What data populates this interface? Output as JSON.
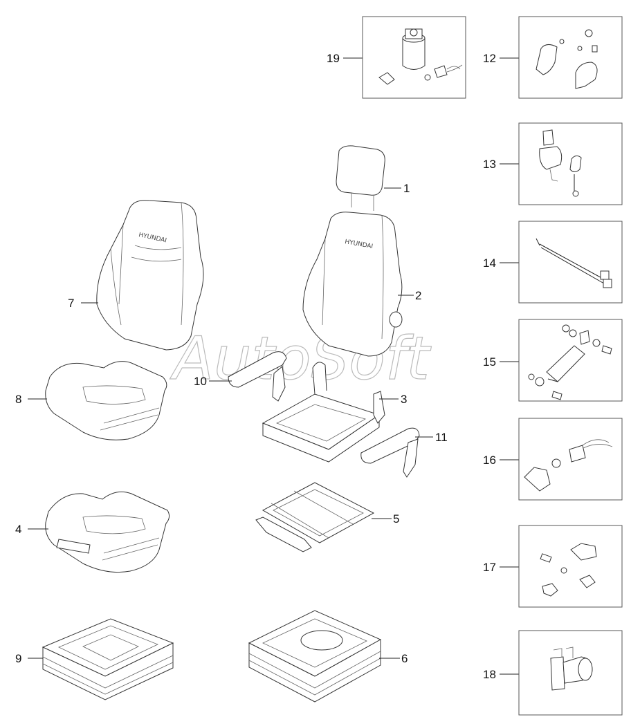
{
  "diagram": {
    "watermark": "AutoSoft",
    "brand_text": "HYUNDAI",
    "callouts": [
      {
        "id": "1",
        "label": "1"
      },
      {
        "id": "2",
        "label": "2"
      },
      {
        "id": "3",
        "label": "3"
      },
      {
        "id": "4",
        "label": "4"
      },
      {
        "id": "5",
        "label": "5"
      },
      {
        "id": "6",
        "label": "6"
      },
      {
        "id": "7",
        "label": "7"
      },
      {
        "id": "8",
        "label": "8"
      },
      {
        "id": "9",
        "label": "9"
      },
      {
        "id": "10",
        "label": "10"
      },
      {
        "id": "11",
        "label": "11"
      },
      {
        "id": "12",
        "label": "12"
      },
      {
        "id": "13",
        "label": "13"
      },
      {
        "id": "14",
        "label": "14"
      },
      {
        "id": "15",
        "label": "15"
      },
      {
        "id": "16",
        "label": "16"
      },
      {
        "id": "17",
        "label": "17"
      },
      {
        "id": "18",
        "label": "18"
      },
      {
        "id": "19",
        "label": "19"
      }
    ]
  }
}
